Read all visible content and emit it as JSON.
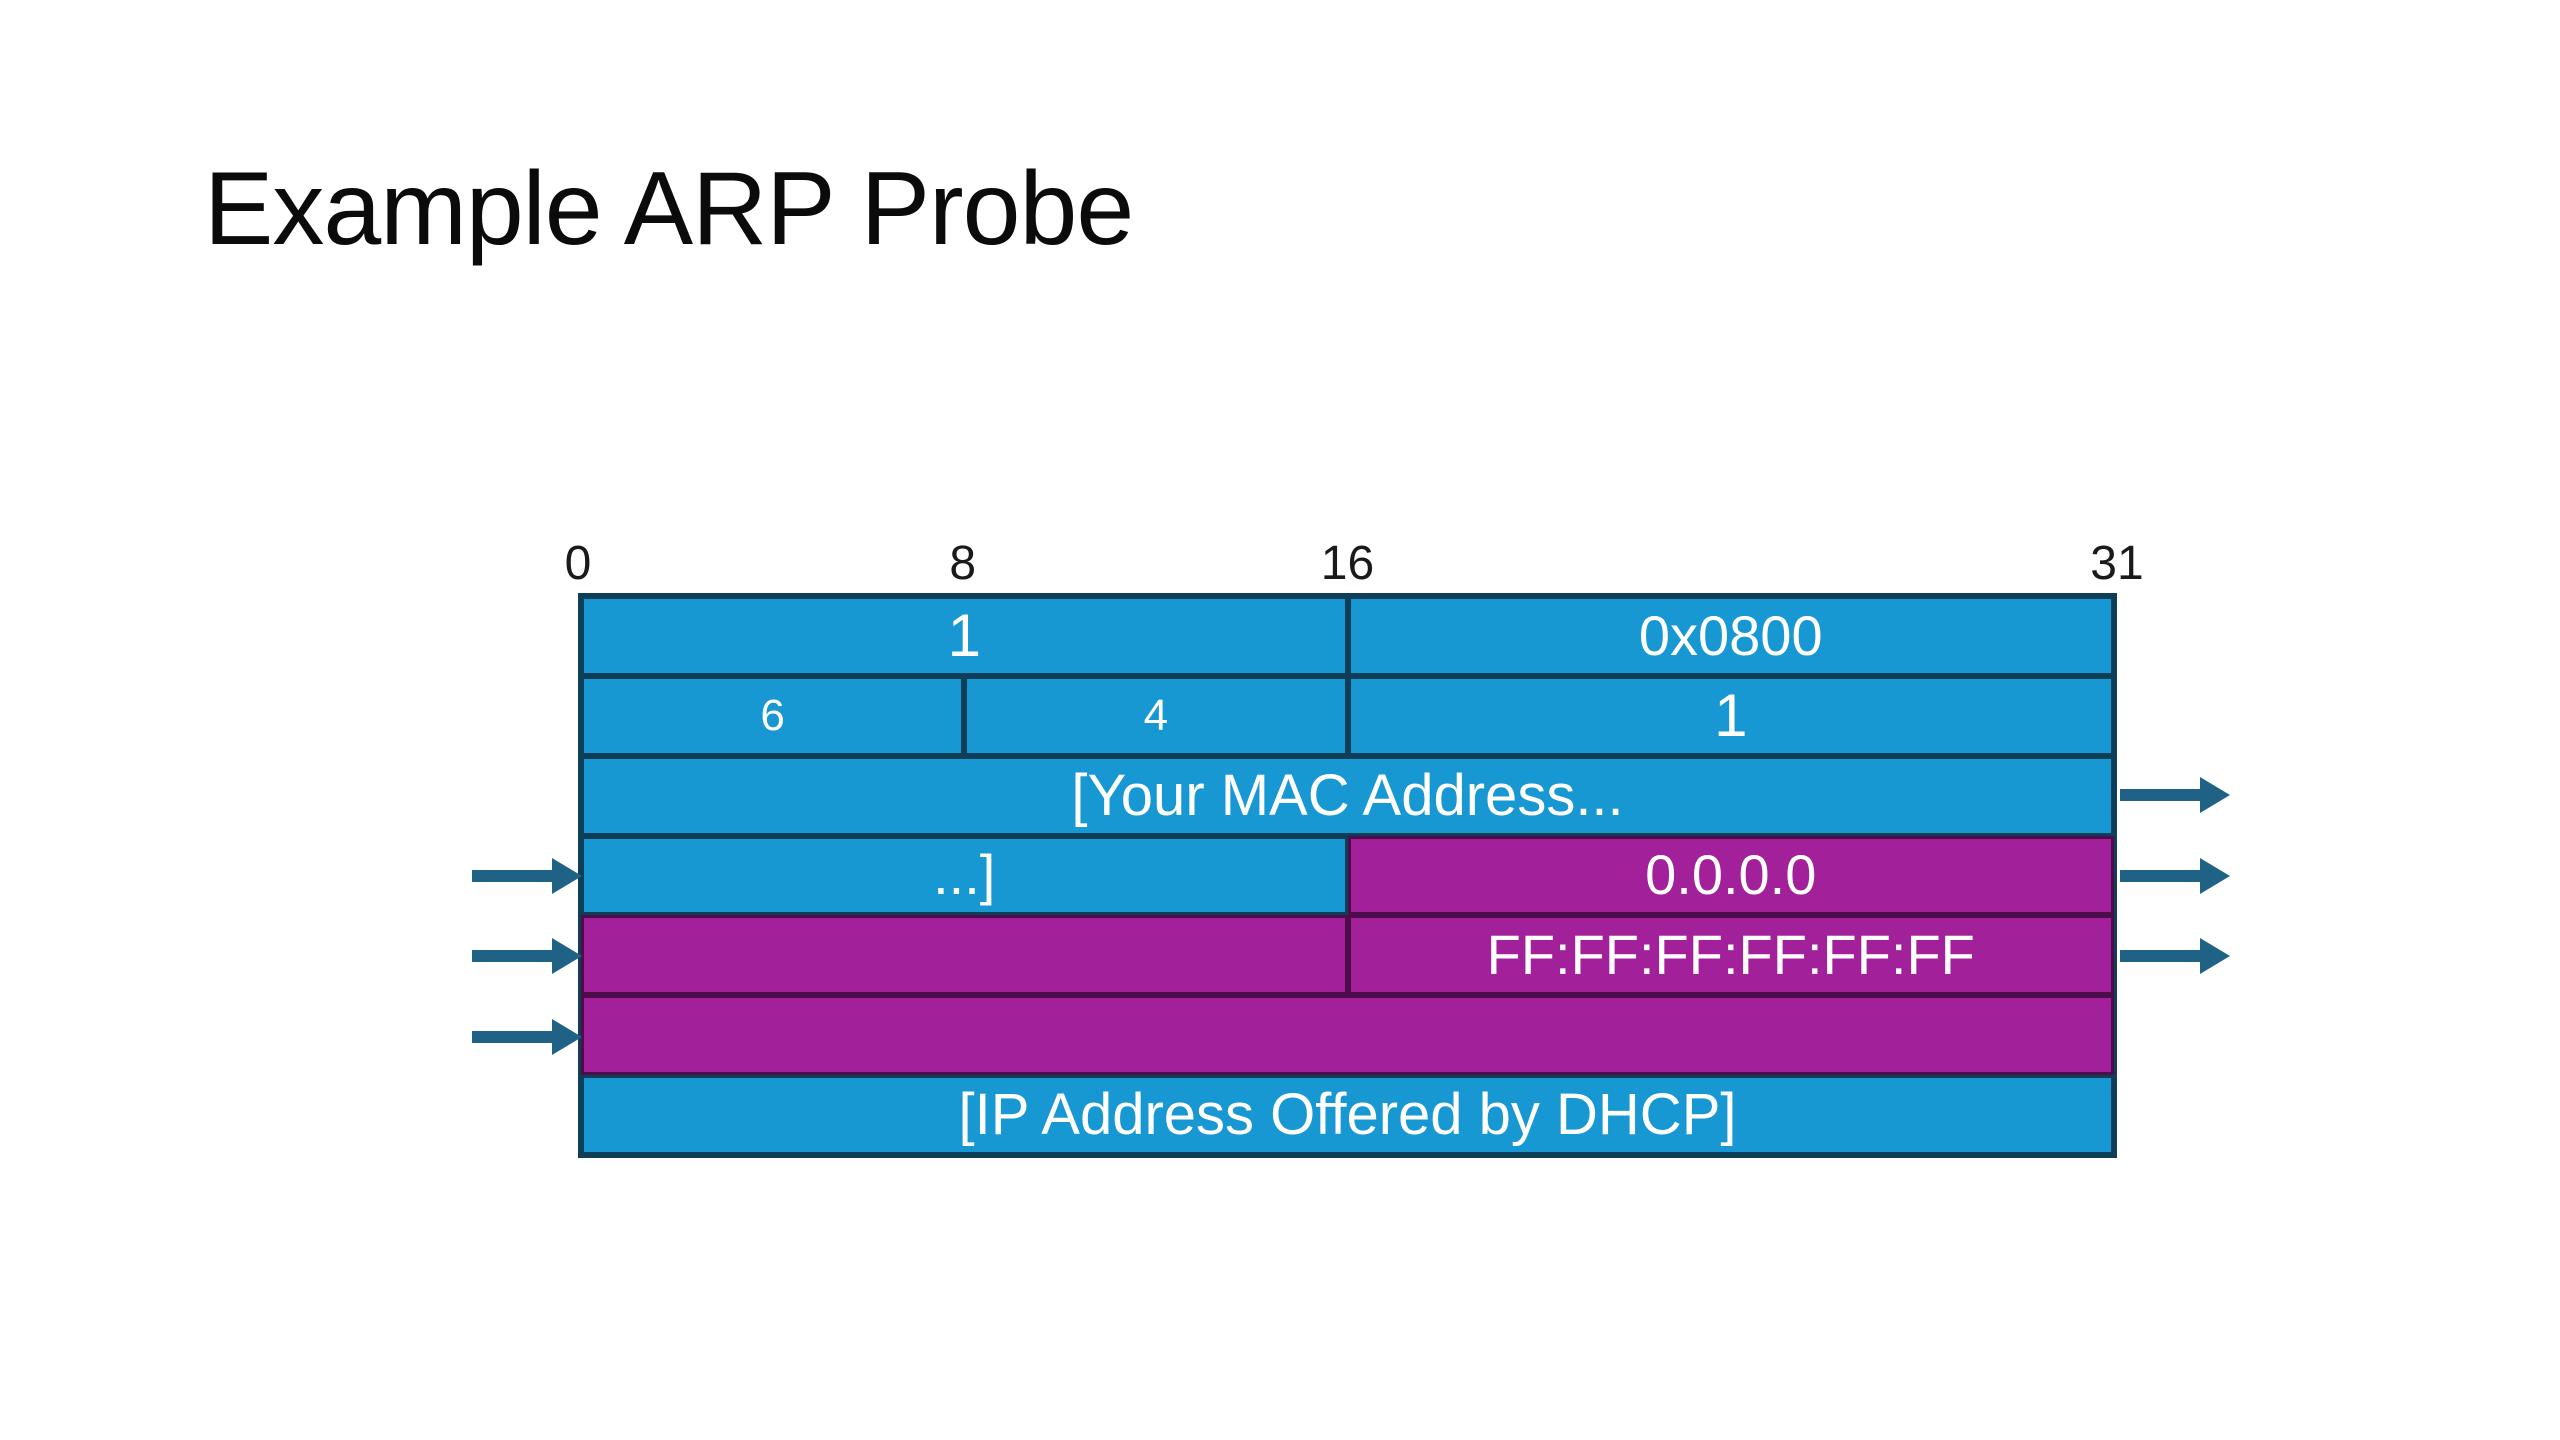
{
  "title": "Example ARP Probe",
  "colors": {
    "blue": "#1798D3",
    "purple": "#A22099",
    "blue_border": "#0F3E59",
    "purple_border": "#4D0D4A",
    "arrow": "#206286",
    "title_text": "#0B0B0B",
    "bit_label": "#1A1A1A",
    "cell_text": "#FFFFFF",
    "background": "#FFFFFF"
  },
  "bitscale": {
    "labels": [
      "0",
      "8",
      "16",
      "31"
    ]
  },
  "diagram": {
    "rows": [
      {
        "cells": [
          {
            "label": "1",
            "color": "blue",
            "bits": "0-15"
          },
          {
            "label": "0x0800",
            "color": "blue",
            "bits": "16-31"
          }
        ]
      },
      {
        "cells": [
          {
            "label": "6",
            "color": "blue",
            "bits": "0-7"
          },
          {
            "label": "4",
            "color": "blue",
            "bits": "8-15"
          },
          {
            "label": "1",
            "color": "blue",
            "bits": "16-31"
          }
        ]
      },
      {
        "cells": [
          {
            "label": "[Your MAC Address...",
            "color": "blue",
            "bits": "0-31"
          }
        ]
      },
      {
        "cells": [
          {
            "label": "...]",
            "color": "blue",
            "bits": "0-15"
          },
          {
            "label": "0.0.0.0",
            "color": "purple",
            "bits": "16-31"
          }
        ]
      },
      {
        "cells": [
          {
            "label": "",
            "color": "purple",
            "bits": "0-15"
          },
          {
            "label": "FF:FF:FF:FF:FF:FF",
            "color": "purple",
            "bits": "16-31"
          }
        ]
      },
      {
        "cells": [
          {
            "label": "",
            "color": "purple",
            "bits": "0-31"
          }
        ]
      },
      {
        "cells": [
          {
            "label": "[IP Address Offered by DHCP]",
            "color": "blue",
            "bits": "0-31"
          }
        ]
      }
    ],
    "arrows": {
      "icon": "arrow-right-icon",
      "left_rows": [
        4,
        5,
        6
      ],
      "right_rows": [
        3,
        4,
        5
      ]
    }
  }
}
